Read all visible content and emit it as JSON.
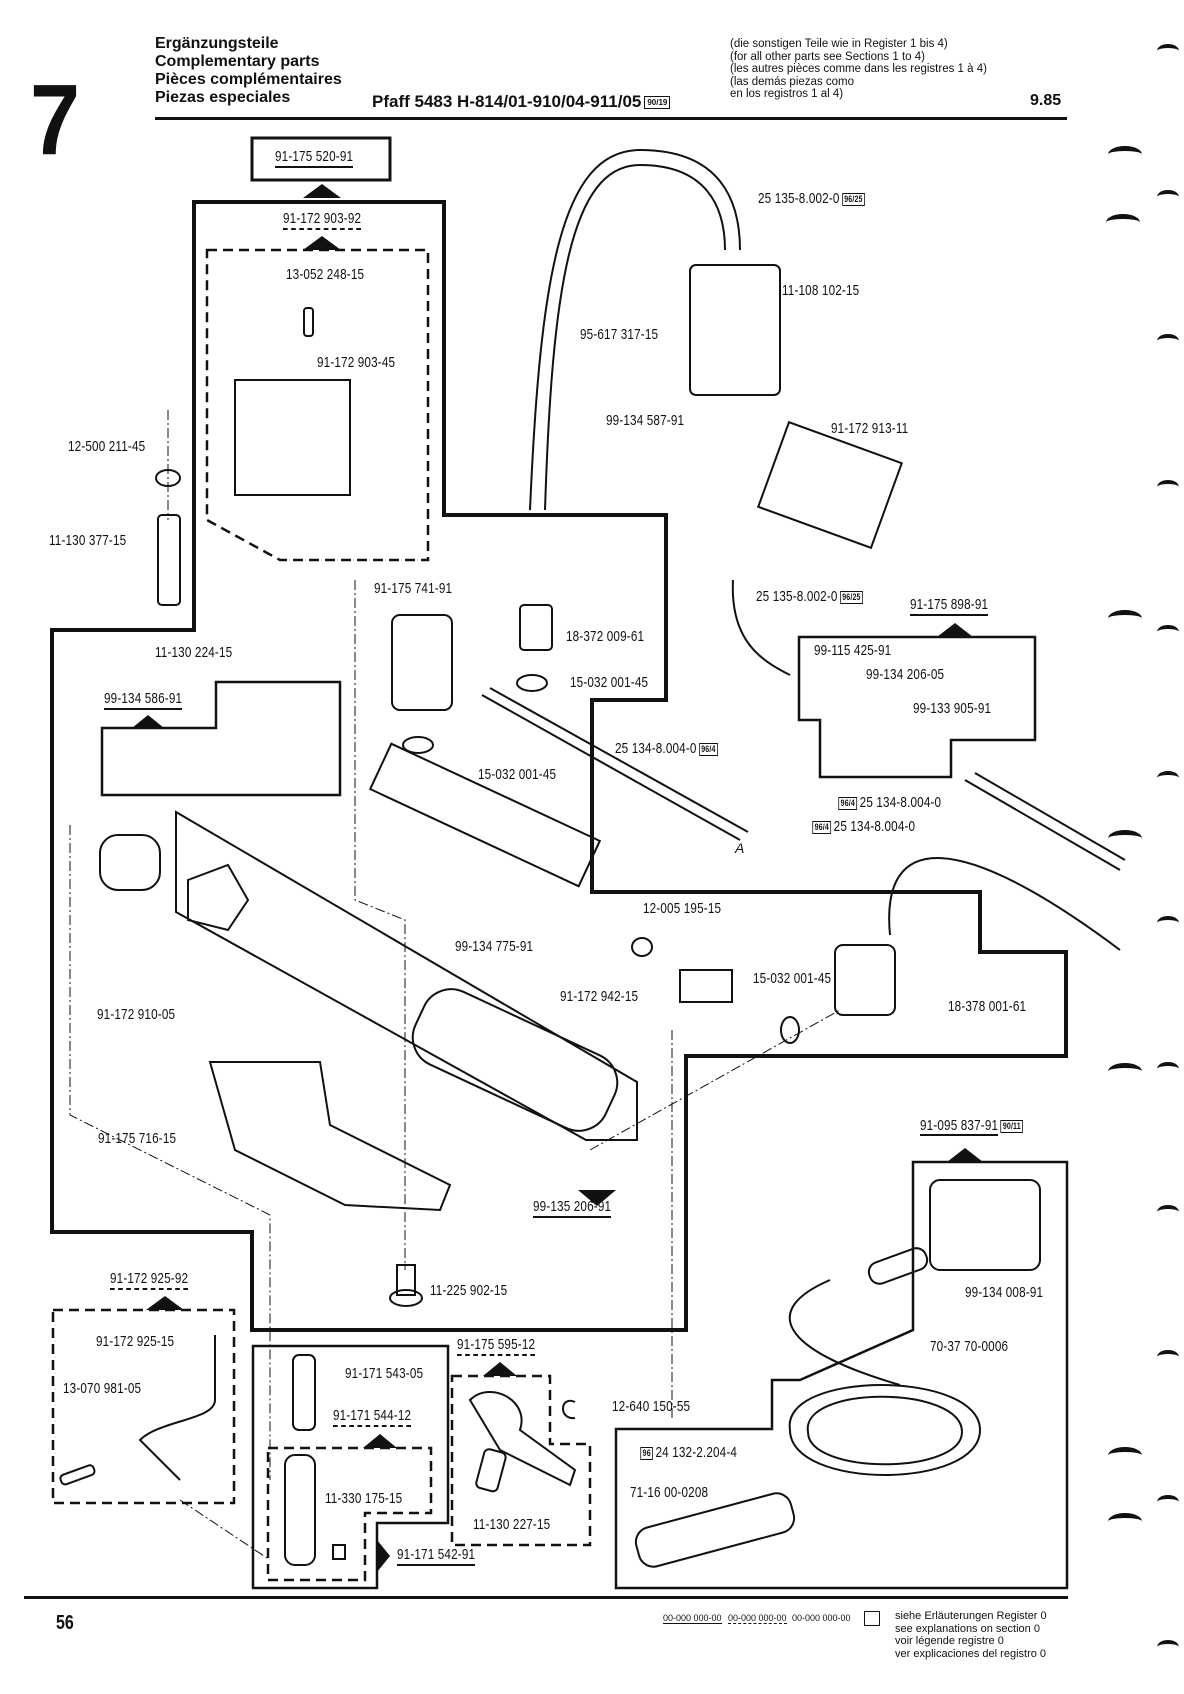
{
  "header": {
    "section_number": "7",
    "titles": [
      "Ergänzungsteile",
      "Complementary parts",
      "Pièces complémentaires",
      "Piezas especiales"
    ],
    "model": "Pfaff 5483 H-814/01-910/04-911/05",
    "model_badge": "90/19",
    "notes": [
      "(die sonstigen Teile wie in Register 1 bis 4)",
      "(for all other parts see Sections 1 to 4)",
      "(les autres pièces comme dans les registres 1 à 4)",
      "(las demás piezas como",
      "en los registros 1 al 4)"
    ],
    "date": "9.85"
  },
  "parts": {
    "p_91_175_520_91": "91-175 520-91",
    "p_91_172_903_92": "91-172 903-92",
    "p_13_052_248_15": "13-052 248-15",
    "p_91_172_903_45": "91-172 903-45",
    "p_12_500_211_45": "12-500 211-45",
    "p_11_130_377_15": "11-130 377-15",
    "p_25_135_8002_0_top": "25 135-8.002-0",
    "p_11_108_102_15": "11-108 102-15",
    "p_95_617_317_15": "95-617 317-15",
    "p_99_134_587_91": "99-134 587-91",
    "p_91_172_913_11": "91-172 913-11",
    "p_91_175_741_91": "91-175 741-91",
    "p_18_372_009_61": "18-372 009-61",
    "p_15_032_001_45_a": "15-032 001-45",
    "p_15_032_001_45_b": "15-032 001-45",
    "p_25_134_8004_0_a": "25 134-8.004-0",
    "p_25_135_8002_0_mid": "25 135-8.002-0",
    "p_91_175_898_91": "91-175 898-91",
    "p_99_115_425_91": "99-115 425-91",
    "p_99_134_206_05": "99-134 206-05",
    "p_99_133_905_91": "99-133 905-91",
    "p_25_134_8004_0_b": "25 134-8.004-0",
    "p_25_134_8004_0_c": "25 134-8.004-0",
    "p_11_130_224_15": "11-130 224-15",
    "p_99_134_586_91": "99-134 586-91",
    "p_91_172_910_05": "91-172 910-05",
    "p_99_134_775_91": "99-134 775-91",
    "p_12_005_195_15": "12-005 195-15",
    "p_91_172_942_15": "91-172 942-15",
    "p_15_032_001_45_c": "15-032 001-45",
    "p_18_378_001_61": "18-378 001-61",
    "p_91_175_716_15": "91-175 716-15",
    "p_99_135_206_91": "99-135 206-91",
    "p_91_095_837_91": "91-095 837-91",
    "p_99_134_008_91": "99-134 008-91",
    "p_70_37_70_0006": "70-37 70-0006",
    "p_11_225_902_15": "11-225 902-15",
    "p_91_172_925_92": "91-172 925-92",
    "p_91_172_925_15": "91-172 925-15",
    "p_13_070_981_05": "13-070 981-05",
    "p_91_171_543_05": "91-171 543-05",
    "p_91_171_544_12": "91-171 544-12",
    "p_11_330_175_15": "11-330 175-15",
    "p_91_171_542_91": "91-171 542-91",
    "p_91_175_595_12": "91-175 595-12",
    "p_11_130_227_15": "11-130 227-15",
    "p_12_640_150_55": "12-640 150-55",
    "p_24_132_2204_4": "24 132-2.204-4",
    "p_71_16_00_0208": "71-16 00-0208",
    "arrow_label_a": "A"
  },
  "tags": {
    "t_96_25": "96/25",
    "t_96_4": "96/4",
    "t_90_11": "90/11",
    "t_96": "96"
  },
  "footer": {
    "page_number": "56",
    "legend_codes": [
      "00-000 000-00",
      "00-000 000-00",
      "00-000 000-00"
    ],
    "legend_lines": [
      "siehe Erläuterungen Register 0",
      "see explanations on section 0",
      "voir légende registre 0",
      "ver explicaciones del registro 0"
    ]
  }
}
